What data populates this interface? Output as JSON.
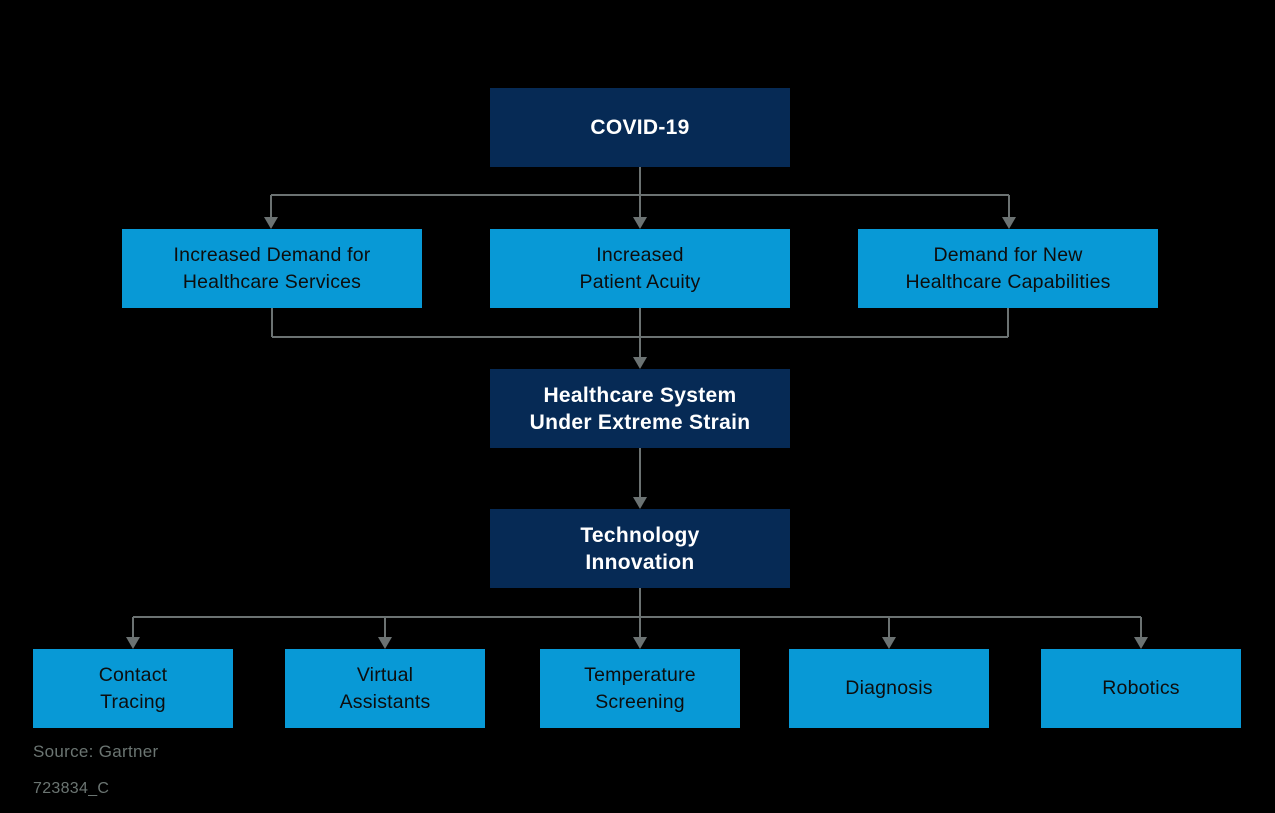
{
  "page": {
    "background": "#000000"
  },
  "colors": {
    "node_navy": "#062a55",
    "node_blue": "#0899d6",
    "node_text_light": "#ffffff",
    "node_text_dark": "#0d0d0d",
    "connector_gray": "#6b7272",
    "footer_gray": "#6b7572"
  },
  "chart": {
    "type": "flowchart",
    "nodes": {
      "covid": {
        "label": "COVID-19",
        "style": "navy"
      },
      "demand": {
        "label": "Increased Demand for\nHealthcare Services",
        "style": "blue"
      },
      "acuity": {
        "label": "Increased\nPatient Acuity",
        "style": "blue"
      },
      "capabilities": {
        "label": "Demand for New\nHealthcare Capabilities",
        "style": "blue"
      },
      "strain": {
        "label": "Healthcare System\nUnder Extreme Strain",
        "style": "navy"
      },
      "innovation": {
        "label": "Technology\nInnovation",
        "style": "navy"
      },
      "contact": {
        "label": "Contact\nTracing",
        "style": "blue"
      },
      "virtual": {
        "label": "Virtual\nAssistants",
        "style": "blue"
      },
      "temperature": {
        "label": "Temperature\nScreening",
        "style": "blue"
      },
      "diagnosis": {
        "label": "Diagnosis",
        "style": "blue"
      },
      "robotics": {
        "label": "Robotics",
        "style": "blue"
      }
    },
    "edges": [
      {
        "from": "COVID-19",
        "to": "Increased Demand for Healthcare Services"
      },
      {
        "from": "COVID-19",
        "to": "Increased Patient Acuity"
      },
      {
        "from": "COVID-19",
        "to": "Demand for New Healthcare Capabilities"
      },
      {
        "from": "Increased Demand for Healthcare Services",
        "to": "Healthcare System Under Extreme Strain"
      },
      {
        "from": "Increased Patient Acuity",
        "to": "Healthcare System Under Extreme Strain"
      },
      {
        "from": "Demand for New Healthcare Capabilities",
        "to": "Healthcare System Under Extreme Strain"
      },
      {
        "from": "Healthcare System Under Extreme Strain",
        "to": "Technology Innovation"
      },
      {
        "from": "Technology Innovation",
        "to": "Contact Tracing"
      },
      {
        "from": "Technology Innovation",
        "to": "Virtual Assistants"
      },
      {
        "from": "Technology Innovation",
        "to": "Temperature Screening"
      },
      {
        "from": "Technology Innovation",
        "to": "Diagnosis"
      },
      {
        "from": "Technology Innovation",
        "to": "Robotics"
      }
    ]
  },
  "footer": {
    "source": "Source: Gartner",
    "figure_id": "723834_C"
  }
}
